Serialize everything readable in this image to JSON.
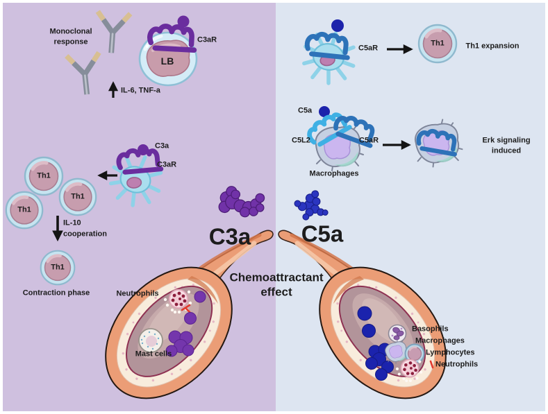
{
  "colors": {
    "left_bg": "#cfc0df",
    "right_bg": "#dde5f1",
    "c3a_purple": "#7132a8",
    "c5a_blue": "#1c23ab",
    "receptor_purple": "#6a2d9e",
    "receptor_blue": "#2d72b8",
    "receptor_light_blue": "#3fb0e4",
    "vessel_salmon": "#eb9d76",
    "vessel_wall_cream": "#f8ecdc",
    "vessel_lumen": "#b2949a",
    "text": "#1c1c1c"
  },
  "left_panel": {
    "monoclonal_line1": "Monoclonal",
    "monoclonal_line2": "response",
    "cytokines": "IL-6, TNF-a",
    "lb_cell": "LB",
    "c3ar_top": "C3aR",
    "c3a_mid": "C3a",
    "c3ar_mid": "C3aR",
    "il10": "IL-10",
    "cooperation": "cooperation",
    "contraction": "Contraction phase",
    "big_c3a": "C3a",
    "neutrophils": "Neutrophils",
    "mast_cells": "Mast cells"
  },
  "right_panel": {
    "c5ar_top": "C5aR",
    "th1_expansion": "Th1 expansion",
    "c5a_mid": "C5a",
    "c5l2": "C5L2",
    "c5ar_mid": "C5aR",
    "macrophages_mid": "Macrophages",
    "erk_line1": "Erk signaling",
    "erk_line2": "induced",
    "big_c5a": "C5a",
    "basophils": "Basophils",
    "macrophages_vessel": "Macrophages",
    "lymphocytes": "Lymphocytes",
    "neutrophils": "Neutrophils"
  },
  "center": {
    "chemo_line1": "Chemoattractant",
    "chemo_line2": "effect"
  },
  "shared": {
    "th1": "Th1"
  }
}
